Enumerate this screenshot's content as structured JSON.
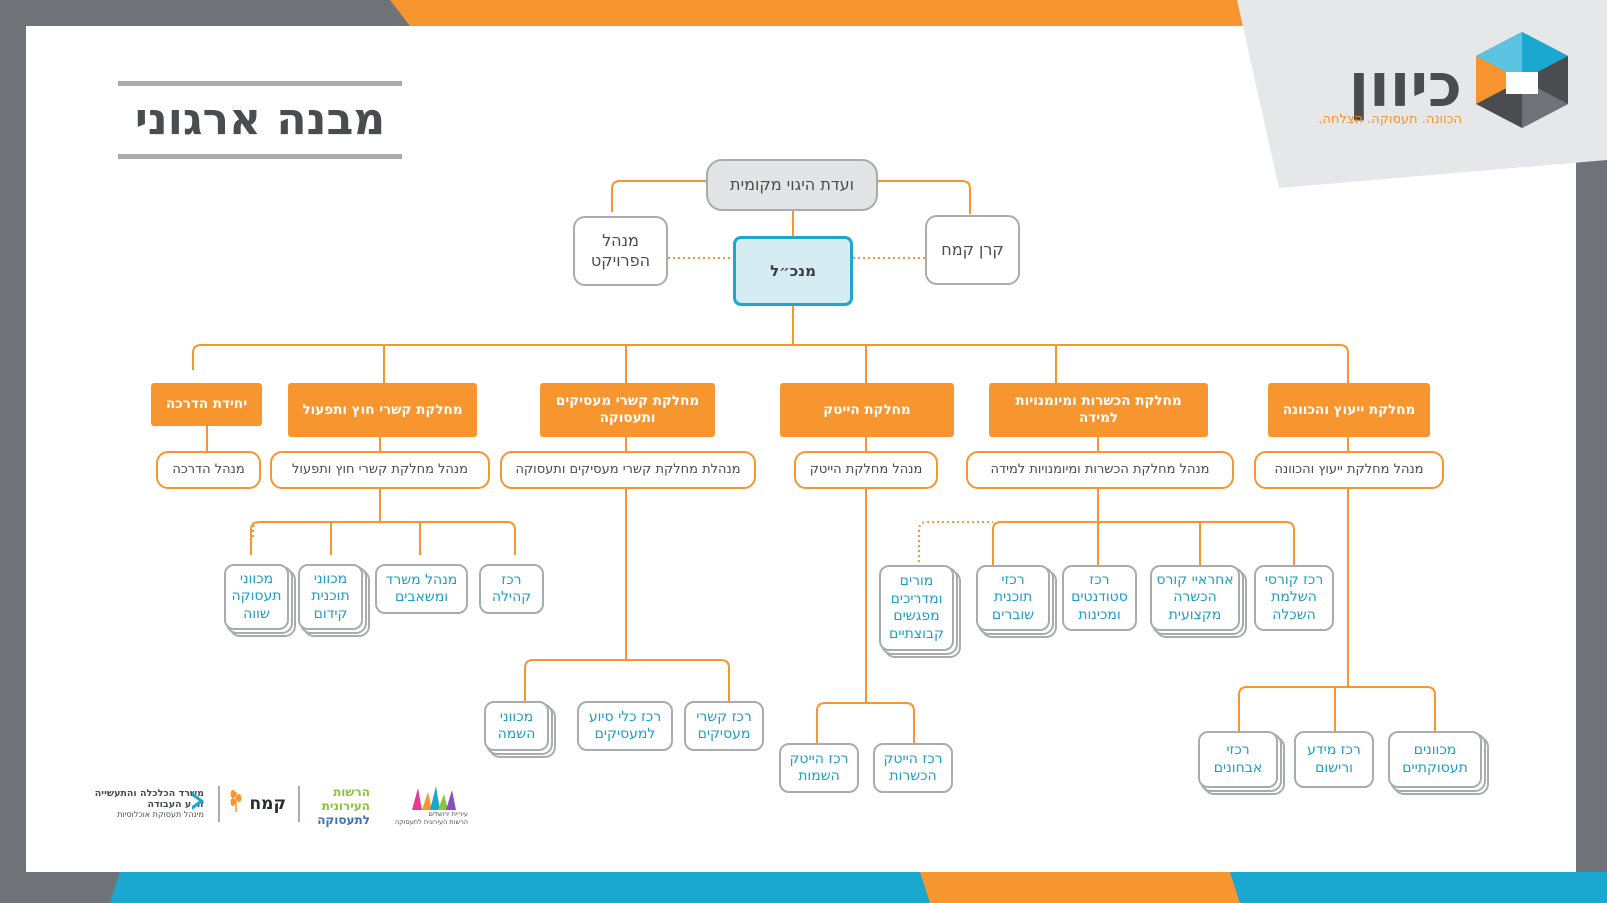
{
  "page": {
    "title": "מבנה ארגוני"
  },
  "logo": {
    "name": "כיוון",
    "tagline": "הכוונה. תעסוקה. הצלחה."
  },
  "colors": {
    "orange": "#f7952f",
    "blue": "#1aa7d0",
    "gray": "#6f7378",
    "border_gray": "#a9abae"
  },
  "top": {
    "governance": "ועדת היגוי מקומית",
    "project_manager": "מנהל הפרויקט",
    "ceo": "מנכ״ל",
    "fund": "קרן קמח"
  },
  "departments": [
    {
      "name": "מחלקת ייעוץ והכוונה",
      "manager": "מנהל מחלקת ייעוץ והכוונה"
    },
    {
      "name": "מחלקת הכשרות ומיומנויות למידה",
      "manager": "מנהל מחלקת הכשרות ומיומנויות למידה"
    },
    {
      "name": "מחלקת הייטק",
      "manager": "מנהל מחלקת הייטק"
    },
    {
      "name": "מחלקת קשרי מעסיקים ותעסוקה",
      "manager": "מנהלת מחלקת קשרי מעסיקים ותעסוקה"
    },
    {
      "name": "מחלקת קשרי חוץ ותפעול",
      "manager": "מנהל מחלקת קשרי חוץ ותפעול"
    },
    {
      "name": "יחידת הדרכה",
      "manager": "מנהל הדרכה"
    }
  ],
  "units": {
    "guidance": [
      "מכוונים תעסוקתיים",
      "רכז מידע ורישום",
      "רכזי אבחונים"
    ],
    "training": [
      "רכז קורסי השלמת השכלה",
      "אחראיי קורס הכשרה מקצועית",
      "רכז סטודנטים ומכינות",
      "רכזי תוכנית שוברים",
      "מורים ומדריכים מפגשים קבוצתיים"
    ],
    "hitech": [
      "רכז הייטק הכשרות",
      "רכז הייטק השמות"
    ],
    "employers": [
      "רכז קשרי מעסיקים",
      "רכז כלי סיוע למעסיקים",
      "מכווני השמה"
    ],
    "external": [
      "רכז קהילה",
      "מנהל משרד ומשאבים",
      "מכווני תוכנית קידום",
      "מכווני תעסוקה שווה"
    ]
  },
  "partners": {
    "ministry": [
      "משרד הכלכלה והתעשייה",
      "זרוע העבודה",
      "מינהל תעסוקת אוכלוסיות"
    ],
    "kemach": "קמח",
    "hareshut": [
      "הרשות העירונית",
      "לתעסוקה"
    ],
    "jerusalem": [
      "עיריית ירושלים",
      "הרשות העירונית לתעסוקה"
    ]
  }
}
